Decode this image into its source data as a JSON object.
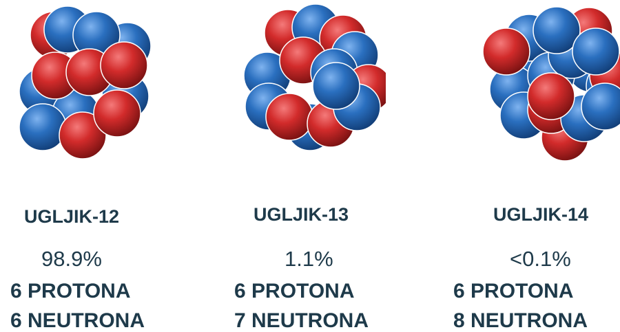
{
  "colors": {
    "proton": "#d22b2b",
    "neutron": "#2a6fbf",
    "text": "#1e3a4a",
    "background": "#ffffff"
  },
  "legend": {
    "proton_color_name": "red",
    "neutron_color_name": "blue"
  },
  "isotopes": [
    {
      "name": "UGLJIK-12",
      "abundance": "98.9%",
      "protons": "6 PROTONA",
      "neutrons": "6 NEUTRONA",
      "proton_count": 6,
      "neutron_count": 6
    },
    {
      "name": "UGLJIK-13",
      "abundance": "1.1%",
      "protons": "6 PROTONA",
      "neutrons": "7 NEUTRONA",
      "proton_count": 6,
      "neutron_count": 7
    },
    {
      "name": "UGLJIK-14",
      "abundance": "<0.1%",
      "protons": "6 PROTONA",
      "neutrons": "8 NEUTRONA",
      "proton_count": 6,
      "neutron_count": 8
    }
  ]
}
